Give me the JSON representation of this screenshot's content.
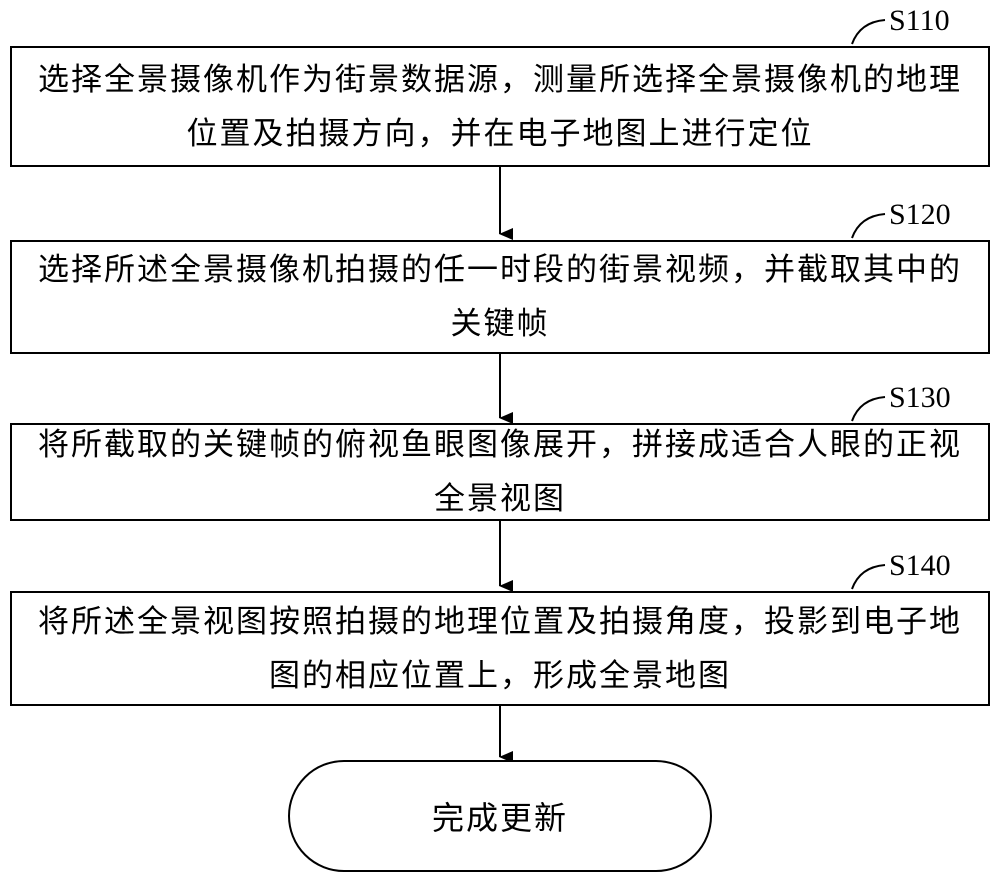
{
  "steps": [
    {
      "label": "S110",
      "text": "选择全景摄像机作为街景数据源，测量所选择全景摄像机的地理位置及拍摄方向，并在电子地图上进行定位"
    },
    {
      "label": "S120",
      "text": "选择所述全景摄像机拍摄的任一时段的街景视频，并截取其中的关键帧"
    },
    {
      "label": "S130",
      "text": "将所截取的关键帧的俯视鱼眼图像展开，拼接成适合人眼的正视全景视图"
    },
    {
      "label": "S140",
      "text": "将所述全景视图按照拍摄的地理位置及拍摄角度，投影到电子地图的相应位置上，形成全景地图"
    }
  ],
  "terminal": {
    "text": "完成更新"
  }
}
